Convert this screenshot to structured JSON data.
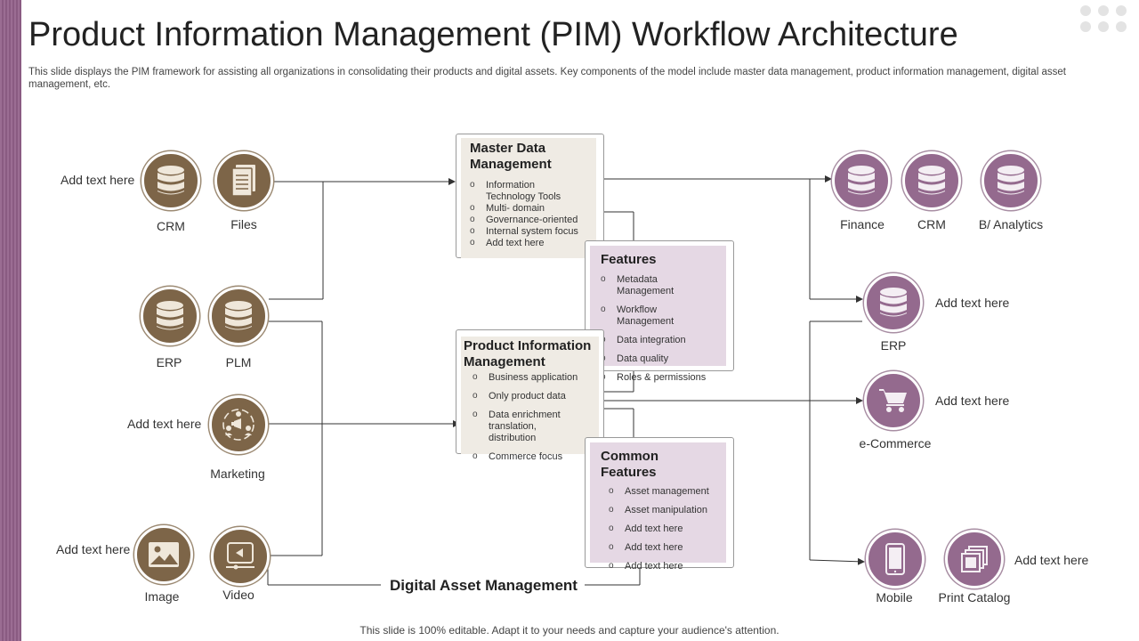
{
  "title": "Product Information Management (PIM) Workflow Architecture",
  "description": "This slide displays the PIM framework for assisting all organizations in consolidating their products and digital assets. Key components of the model include master data management, product information management, digital asset management, etc.",
  "footer": "This slide is 100% editable. Adapt it to your needs and capture your audience's attention.",
  "sources": {
    "crm": "CRM",
    "files": "Files",
    "erp": "ERP",
    "plm": "PLM",
    "marketing": "Marketing",
    "image": "Image",
    "video": "Video",
    "add_text_1": "Add text here",
    "add_text_2": "Add text here",
    "add_text_3": "Add text here"
  },
  "mdm": {
    "title_line1": "Master Data",
    "title_line2": "Management",
    "items": [
      "Information Technology Tools",
      "Multi- domain",
      "Governance-oriented",
      "Internal system focus",
      "Add text here"
    ]
  },
  "features": {
    "title": "Features",
    "items": [
      "Metadata Management",
      "Workflow  Management",
      "Data integration",
      "Data quality",
      "Roles & permissions"
    ]
  },
  "pim": {
    "title_line1": "Product Information",
    "title_line2": "Management",
    "items": [
      "Business application",
      "Only product data",
      "Data enrichment translation, distribution",
      "Commerce  focus"
    ]
  },
  "common": {
    "title": "Common Features",
    "items": [
      "Asset management",
      "Asset manipulation",
      "Add text here",
      "Add text here",
      "Add text here"
    ]
  },
  "dam_label": "Digital Asset Management",
  "outputs": {
    "finance": "Finance",
    "crm": "CRM",
    "analytics": "B/ Analytics",
    "erp": "ERP",
    "ecommerce": "e-Commerce",
    "mobile": "Mobile",
    "print": "Print Catalog",
    "add_text_erp": "Add text here",
    "add_text_ecom": "Add text here",
    "add_text_print": "Add text here"
  },
  "colors": {
    "brown": "#7d6548",
    "purple": "#946a8e",
    "beige_fill": "#efebe4",
    "pink_fill": "#e5d8e4",
    "sidebar": "#9b6d93"
  },
  "icons": {
    "database": "database-icon",
    "document": "document-icon",
    "team": "team-megaphone-icon",
    "image": "image-icon",
    "video": "video-icon",
    "cart": "shopping-cart-icon",
    "mobile": "mobile-phone-icon",
    "catalog": "print-catalog-icon"
  }
}
